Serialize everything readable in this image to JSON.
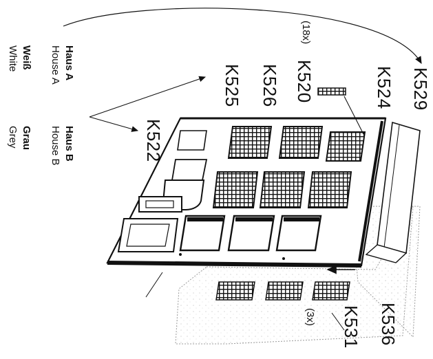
{
  "legend": {
    "house_a": {
      "name": "Haus A",
      "color_de": "Weiß",
      "name_en": "House A",
      "color_en": "White"
    },
    "house_b": {
      "name": "Haus B",
      "color_de": "Grau",
      "name_en": "House B",
      "color_en": "Grey"
    }
  },
  "parts": {
    "k529": "K529",
    "k524": "K524",
    "k520": "K520",
    "k520_qty": "(18x)",
    "k526": "K526",
    "k525": "K525",
    "k522": "K522",
    "k536": "K536",
    "k531": "K531",
    "k531_qty": "(3x)"
  },
  "colors": {
    "line": "#111111",
    "panel_fill": "#ffffff",
    "dark_fill": "#1a1a1a",
    "speckle": "#c8c8c8"
  }
}
